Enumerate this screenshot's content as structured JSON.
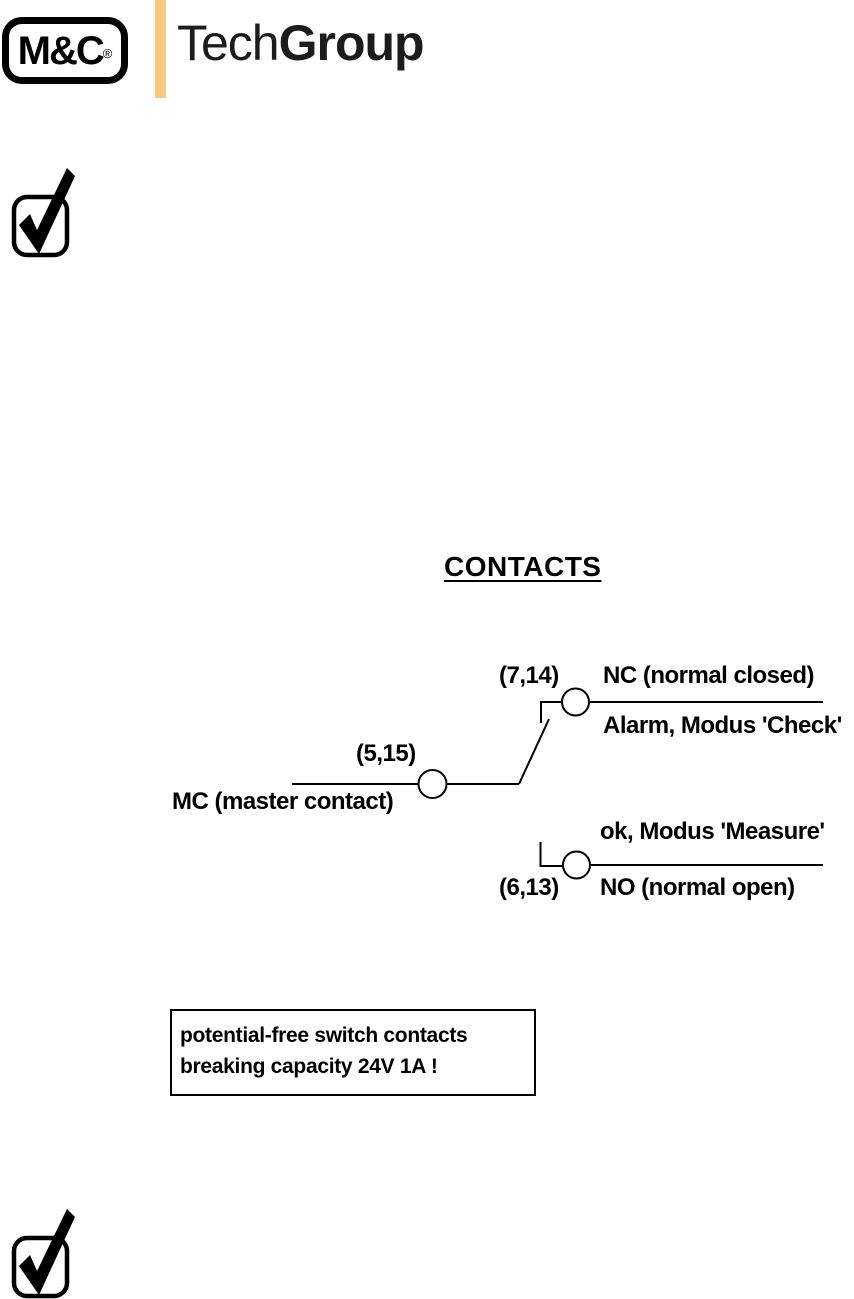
{
  "header": {
    "logo_text": "M&C",
    "registered_mark": "®",
    "brand_light": "Tech",
    "brand_bold": "Group",
    "accent_color": "#F9C87E"
  },
  "title": "CONTACTS",
  "diagram": {
    "nc": {
      "pins": "(7,14)",
      "label": "NC (normal closed)",
      "state": "Alarm, Modus 'Check'"
    },
    "common": {
      "pins": "(5,15)",
      "label": "MC (master contact)"
    },
    "no": {
      "pins": "(6,13)",
      "label": "NO (normal open)",
      "state": "ok, Modus 'Measure'"
    }
  },
  "note": {
    "line1": "potential-free switch contacts",
    "line2": "breaking capacity 24V 1A !"
  }
}
